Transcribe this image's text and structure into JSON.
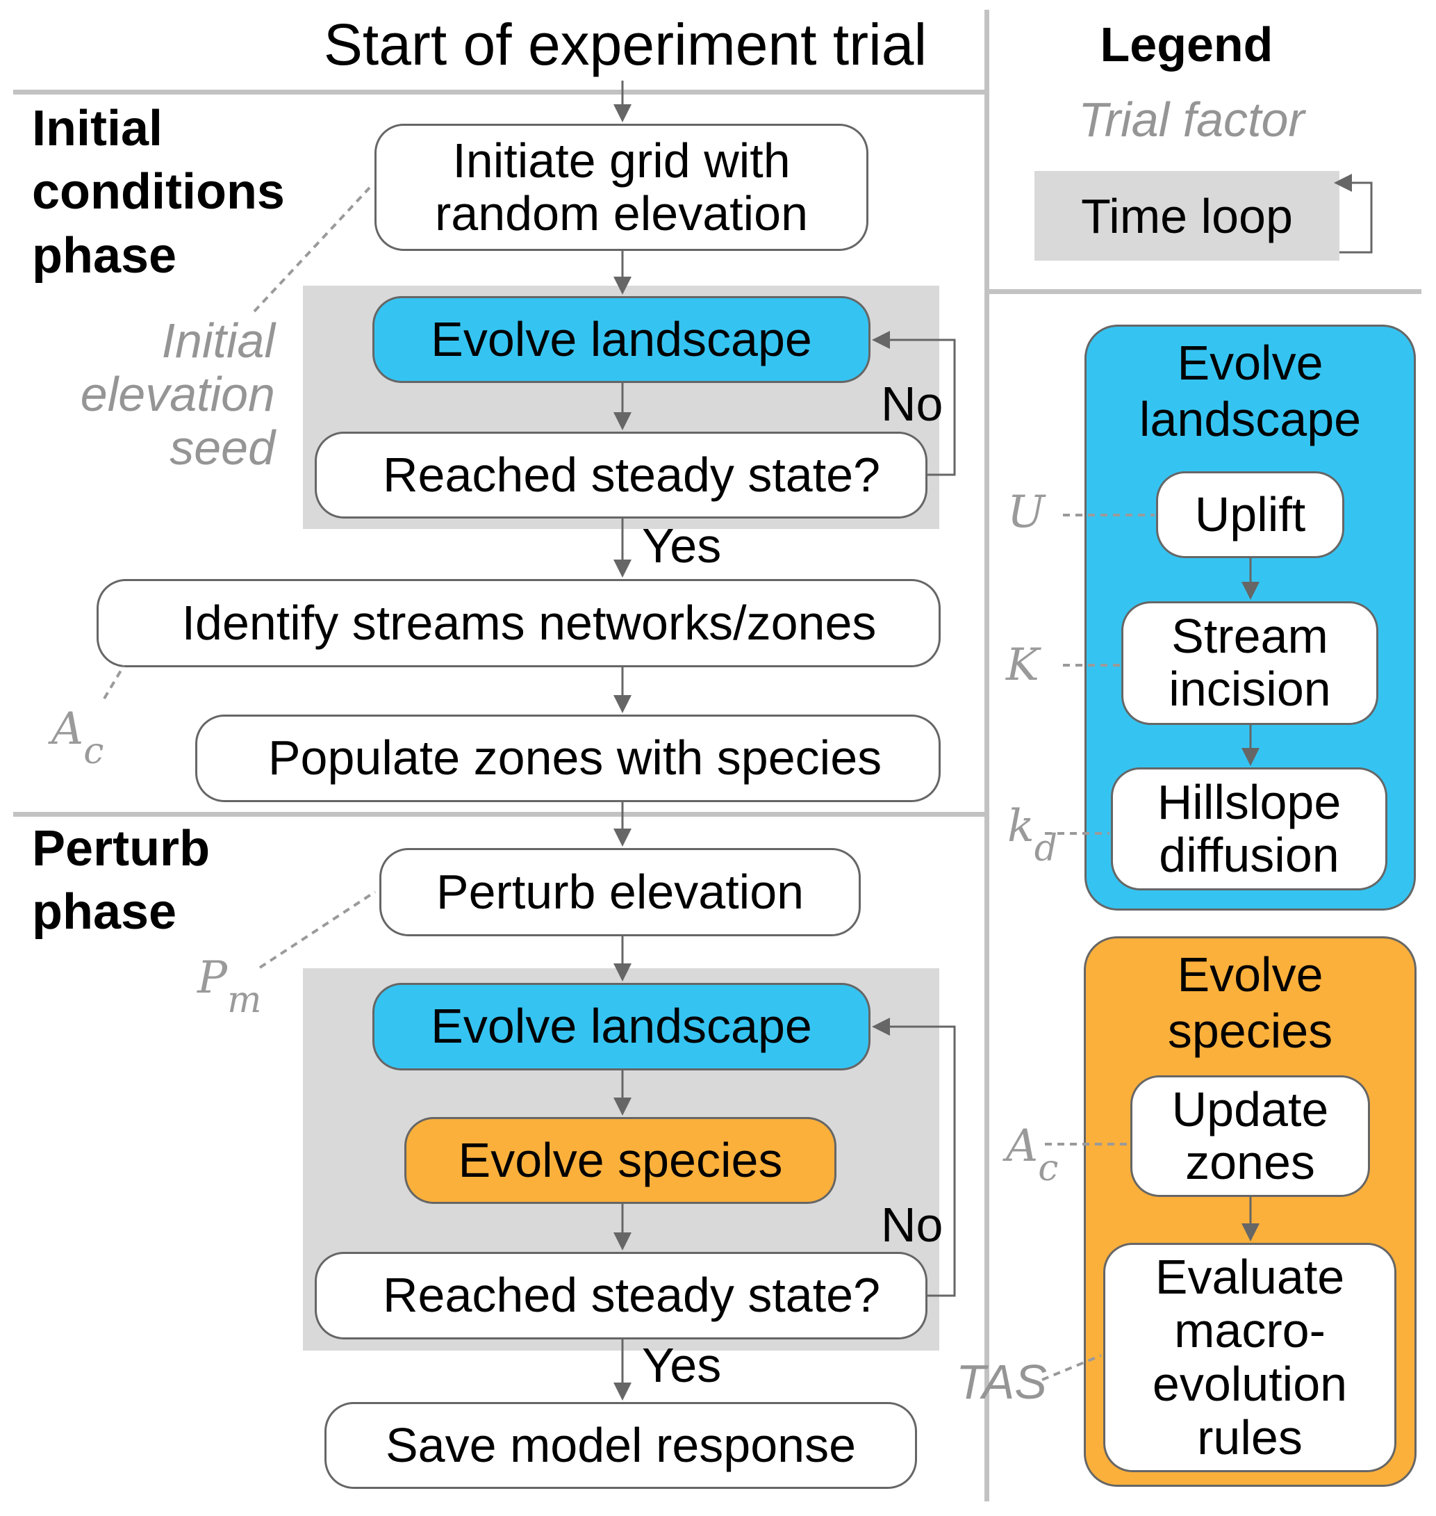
{
  "title": "Start of experiment trial",
  "phases": {
    "initial": "Initial conditions phase",
    "initial_lines": [
      "Initial",
      "conditions",
      "phase"
    ],
    "perturb_lines": [
      "Perturb",
      "phase"
    ]
  },
  "flow": {
    "initiate_lines": [
      "Initiate grid with",
      "random elevation"
    ],
    "evolve_landscape": "Evolve landscape",
    "reached_steady_state": "Reached steady state?",
    "identify": "Identify streams networks/zones",
    "populate": "Populate zones with species",
    "perturb_elevation": "Perturb elevation",
    "evolve_species": "Evolve species",
    "save": "Save model response",
    "yes": "Yes",
    "no": "No"
  },
  "factors": {
    "initial_seed_lines": [
      "Initial",
      "elevation",
      "seed"
    ],
    "ac": {
      "base": "A",
      "sub": "c"
    },
    "pm": {
      "base": "P",
      "sub": "m"
    },
    "u": "U",
    "k": "K",
    "kd": {
      "base": "k",
      "sub": "d"
    },
    "tas": "TAS"
  },
  "legend": {
    "title": "Legend",
    "trial_factor": "Trial factor",
    "time_loop": "Time loop"
  },
  "landscape_group": {
    "title_lines": [
      "Evolve",
      "landscape"
    ],
    "steps": [
      {
        "lines": [
          "Uplift"
        ]
      },
      {
        "lines": [
          "Stream",
          "incision"
        ]
      },
      {
        "lines": [
          "Hillslope",
          "diffusion"
        ]
      }
    ]
  },
  "species_group": {
    "title_lines": [
      "Evolve",
      "species"
    ],
    "steps": [
      {
        "lines": [
          "Update",
          "zones"
        ]
      },
      {
        "lines": [
          "Evaluate",
          "macro-",
          "evolution",
          "rules"
        ]
      }
    ]
  },
  "colors": {
    "landscape": "#35c4f2",
    "species": "#fbb03b",
    "loop_background": "#d9d9d9",
    "divider": "#c2c2c2",
    "factor_text": "#959595",
    "arrow": "#666666"
  }
}
